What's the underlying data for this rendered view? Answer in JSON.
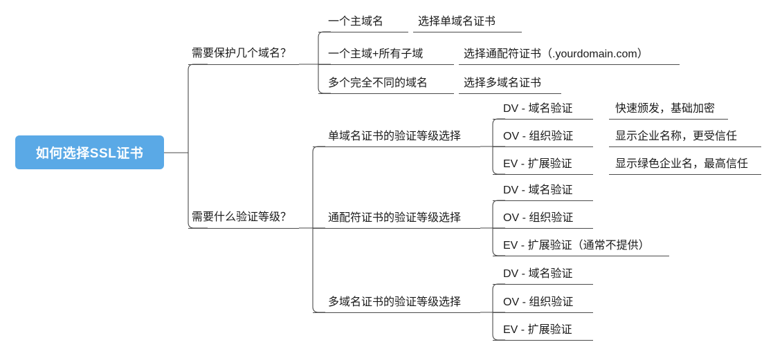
{
  "title": "如何选择SSL证书",
  "theme": {
    "root_fill": "#5AA9E6",
    "root_text": "#ffffff",
    "line_color": "#4a4a4a",
    "text_color": "#1a1a1a",
    "background": "#ffffff"
  },
  "root": {
    "label": "如何选择SSL证书"
  },
  "branches": [
    {
      "id": "branch-domain-count",
      "label": "需要保护几个域名？",
      "children": [
        {
          "id": "one-main-domain",
          "label": "一个主域名",
          "detail": "选择单域名证书"
        },
        {
          "id": "one-main-plus-sub",
          "label": "一个主域+所有子域",
          "detail": "选择通配符证书（.yourdomain.com）"
        },
        {
          "id": "multiple-different-domains",
          "label": "多个完全不同的域名",
          "detail": "选择多域名证书"
        }
      ]
    },
    {
      "id": "branch-validation-level",
      "label": "需要什么验证等级？",
      "children": [
        {
          "id": "single-domain-validation",
          "label": "单域名证书的验证等级选择",
          "items": [
            {
              "id": "sd-dv",
              "label": "DV - 域名验证",
              "detail": "快速颁发，基础加密"
            },
            {
              "id": "sd-ov",
              "label": "OV - 组织验证",
              "detail": "显示企业名称，更受信任"
            },
            {
              "id": "sd-ev",
              "label": "EV - 扩展验证",
              "detail": "显示绿色企业名，最高信任"
            }
          ]
        },
        {
          "id": "wildcard-validation",
          "label": "通配符证书的验证等级选择",
          "items": [
            {
              "id": "wc-dv",
              "label": "DV - 域名验证",
              "detail": ""
            },
            {
              "id": "wc-ov",
              "label": "OV - 组织验证",
              "detail": ""
            },
            {
              "id": "wc-ev",
              "label": "EV - 扩展验证（通常不提供）",
              "detail": ""
            }
          ]
        },
        {
          "id": "multidomain-validation",
          "label": "多域名证书的验证等级选择",
          "items": [
            {
              "id": "md-dv",
              "label": "DV - 域名验证",
              "detail": ""
            },
            {
              "id": "md-ov",
              "label": "OV - 组织验证",
              "detail": ""
            },
            {
              "id": "md-ev",
              "label": "EV - 扩展验证",
              "detail": ""
            }
          ]
        }
      ]
    }
  ]
}
